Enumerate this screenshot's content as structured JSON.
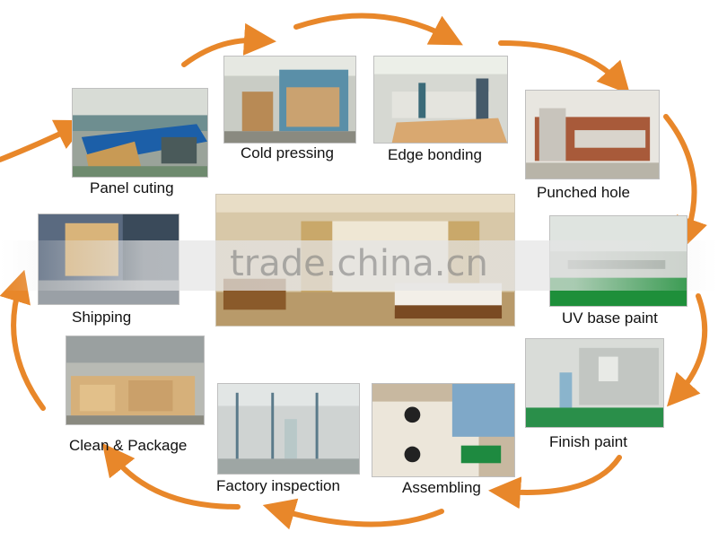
{
  "steps": [
    {
      "label": "Panel cuting"
    },
    {
      "label": "Cold pressing"
    },
    {
      "label": "Edge bonding"
    },
    {
      "label": "Punched hole"
    },
    {
      "label": "UV base paint"
    },
    {
      "label": "Finish paint"
    },
    {
      "label": "Assembling"
    },
    {
      "label": "Factory inspection"
    },
    {
      "label": "Clean & Package"
    },
    {
      "label": "Shipping"
    }
  ],
  "watermark": "trade.china.cn",
  "colors": {
    "arrow": "#e8872a",
    "label": "#111111",
    "factory_floor": "#8a9a88",
    "room_wall": "#d8c8a8"
  }
}
